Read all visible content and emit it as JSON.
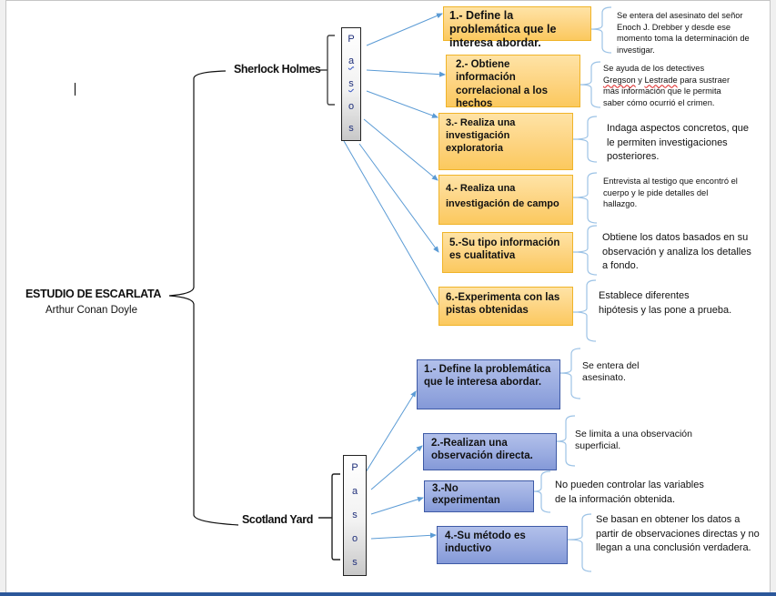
{
  "document": {
    "title": "ESTUDIO DE ESCARLATA",
    "author": "Arthur Conan Doyle"
  },
  "colors": {
    "sherlock_box_fill": "#fdd27c",
    "sherlock_box_border": "#f0b429",
    "scotland_box_fill": "#98aae0",
    "scotland_box_border": "#3e5aa6",
    "arrow_color": "#5b9bd5",
    "brace_color": "#9dc3e6",
    "status_bar": "#2b579a"
  },
  "branches": {
    "sherlock": {
      "name": "Sherlock Holmes",
      "pasos_letters": [
        "P",
        "a",
        "s",
        "o",
        "s"
      ],
      "steps": [
        {
          "label": "1.- Define la problemática que le interesa abordar.",
          "note": "Se entera del asesinato del señor\nEnoch J. Drebber y desde ese\nmomento toma la determinación de\ninvestigar."
        },
        {
          "label": "2.- Obtiene información correlacional a los hechos",
          "note_parts": {
            "a": "Se ayuda de los detectives\n",
            "b": "Gregson",
            "c": " y ",
            "d": "Lestrade",
            "e": " para sustraer\nmás información que le permita\nsaber cómo ocurrió el crimen."
          }
        },
        {
          "label": "3.- Realiza una investigación exploratoria",
          "note": "Indaga aspectos concretos, que\nle permiten investigaciones\nposteriores."
        },
        {
          "label": "4.- Realiza una investigación de campo",
          "note": "Entrevista al testigo que encontró el\ncuerpo y le pide detalles del\nhallazgo."
        },
        {
          "label": "5.-Su tipo información es cualitativa",
          "note": "Obtiene los datos basados en su\nobservación y analiza los detalles\na fondo."
        },
        {
          "label": "6.-Experimenta con las pistas obtenidas",
          "note": "Establece diferentes\nhipótesis y las pone a prueba."
        }
      ]
    },
    "scotland": {
      "name": "Scotland Yard",
      "pasos_letters": [
        "P",
        "a",
        "s",
        "o",
        "s"
      ],
      "steps": [
        {
          "label": "1.- Define la problemática que le interesa abordar.",
          "note": "Se entera del\nasesinato."
        },
        {
          "label": "2.-Realizan una observación directa.",
          "note": " Se limita a una observación\nsuperficial."
        },
        {
          "label": "3.-No experimentan",
          "note": "No pueden controlar las variables\nde la información obtenida."
        },
        {
          "label": "4.-Su método es inductivo",
          "note": "Se basan en obtener los datos a\npartir de observaciones directas y no\nllegan a una conclusión verdadera."
        }
      ]
    }
  }
}
